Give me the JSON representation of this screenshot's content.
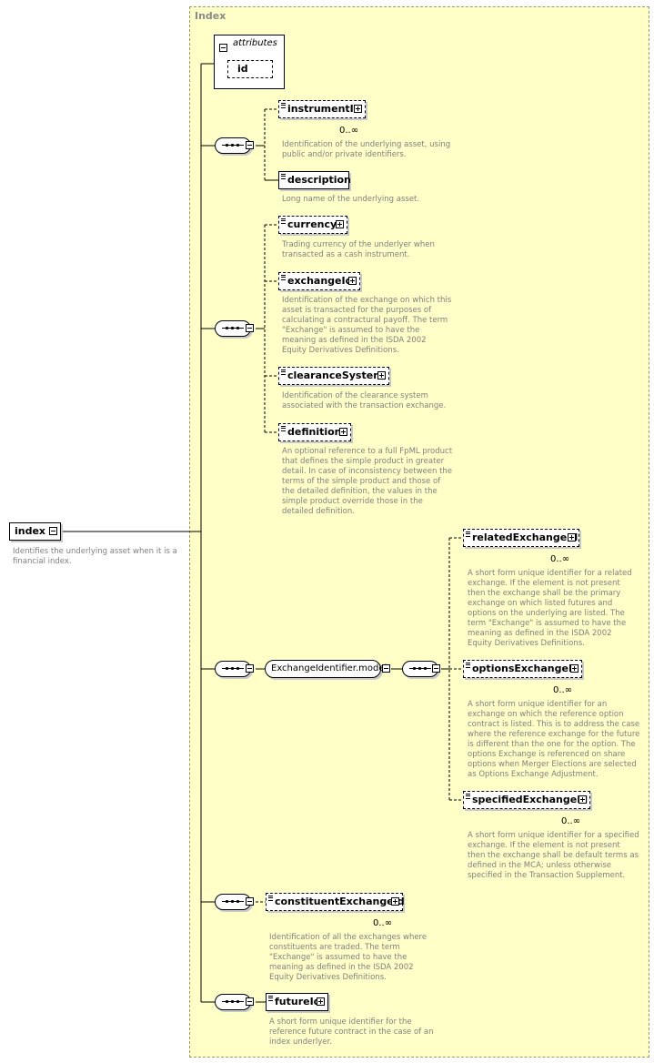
{
  "type_name": "Index",
  "root": {
    "name": "index",
    "doc": "Identifies the underlying asset when it is a\nfinancial index."
  },
  "attributes": {
    "header": "attributes",
    "items": [
      "id"
    ]
  },
  "seq1": {
    "instrumentId": {
      "name": "instrumentId",
      "occ": "0..∞",
      "doc": "Identification of the underlying asset, using\npublic and/or private identifiers."
    },
    "description": {
      "name": "description",
      "doc": "Long name of the underlying asset."
    }
  },
  "seq2": {
    "currency": {
      "name": "currency",
      "doc": "Trading currency of the underlyer when\ntransacted as a cash instrument."
    },
    "exchangeId": {
      "name": "exchangeId",
      "doc": "Identification of the exchange on which this\nasset is transacted for the purposes of\ncalculating a contractural payoff. The term\n\"Exchange\" is assumed to have the\nmeaning as defined in the ISDA 2002\nEquity Derivatives Definitions."
    },
    "clearanceSystem": {
      "name": "clearanceSystem",
      "doc": "Identification of the clearance system\nassociated with the transaction exchange."
    },
    "definition": {
      "name": "definition",
      "doc": "An optional reference to a full FpML product\nthat defines the simple product in greater\ndetail. In case of inconsistency between the\nterms of the simple product and those of\nthe detailed definition, the values in the\nsimple product override those in the\ndetailed definition."
    }
  },
  "group": {
    "name": "ExchangeIdentifier.model",
    "relatedExchangeId": {
      "name": "relatedExchangeId",
      "occ": "0..∞",
      "doc": "A short form unique identifier for a related\nexchange. If the element is not present\nthen the exchange shall be the primary\nexchange on which listed futures and\noptions on the underlying are listed. The\nterm \"Exchange\" is assumed to have the\nmeaning as defined in the ISDA 2002\nEquity Derivatives Definitions."
    },
    "optionsExchangeId": {
      "name": "optionsExchangeId",
      "occ": "0..∞",
      "doc": "A short form unique identifier for an\nexchange on which the reference option\ncontract is listed. This is to address the case\nwhere the reference exchange for the future\nis different than the one for the option. The\noptions Exchange is referenced on share\noptions when Merger Elections are selected\nas Options Exchange Adjustment."
    },
    "specifiedExchangeId": {
      "name": "specifiedExchangeId",
      "occ": "0..∞",
      "doc": "A short form unique identifier for a specified\nexchange. If the element is not present\nthen the exchange shall be default terms as\ndefined in the MCA; unless otherwise\nspecified in the Transaction Supplement."
    }
  },
  "seq4": {
    "constituentExchangeId": {
      "name": "constituentExchangeId",
      "occ": "0..∞",
      "doc": "Identification of all the exchanges where\nconstituents are traded. The term\n\"Exchange\" is assumed to have the\nmeaning as defined in the ISDA 2002\nEquity Derivatives Definitions."
    }
  },
  "seq5": {
    "futureId": {
      "name": "futureId",
      "doc": "A short form unique identifier for the\nreference future contract in the case of an\nindex underlyer."
    }
  }
}
